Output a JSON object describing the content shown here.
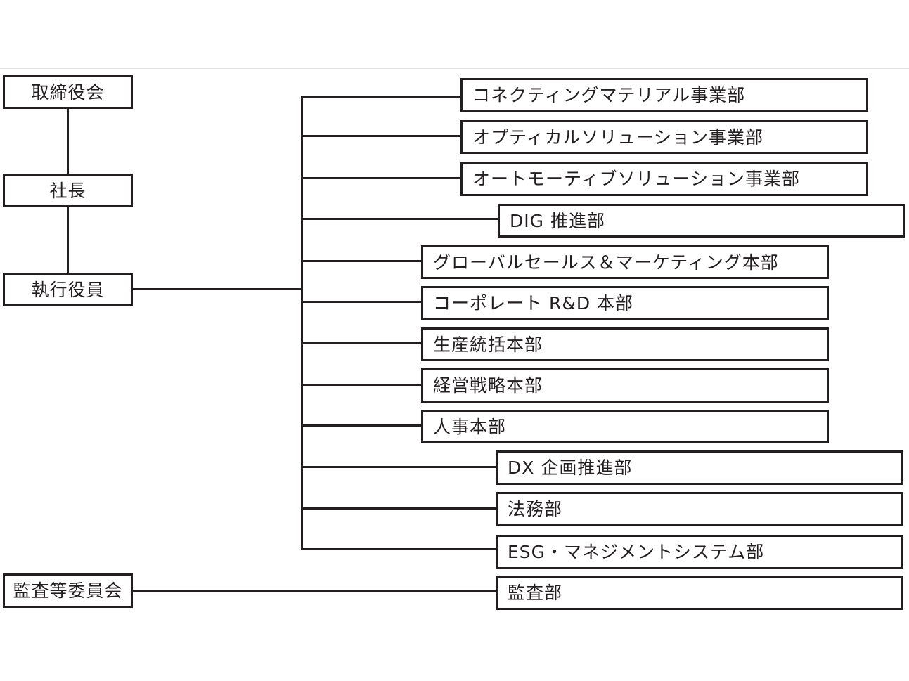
{
  "left_column": {
    "board": "取締役会",
    "president": "社長",
    "officers": "執行役員",
    "audit_committee": "監査等委員会"
  },
  "departments": [
    "コネクティングマテリアル事業部",
    "オプティカルソリューション事業部",
    "オートモーティブソリューション事業部",
    "DIG 推進部",
    "グローバルセールス＆マーケティング本部",
    "コーポレート R&D 本部",
    "生産統括本部",
    "経営戦略本部",
    "人事本部",
    "DX 企画推進部",
    "法務部",
    "ESG・マネジメントシステム部"
  ],
  "audit_department": "監査部",
  "colors": {
    "line": "#231f20",
    "background": "#ffffff",
    "top_rule": "#e4e4e4"
  }
}
